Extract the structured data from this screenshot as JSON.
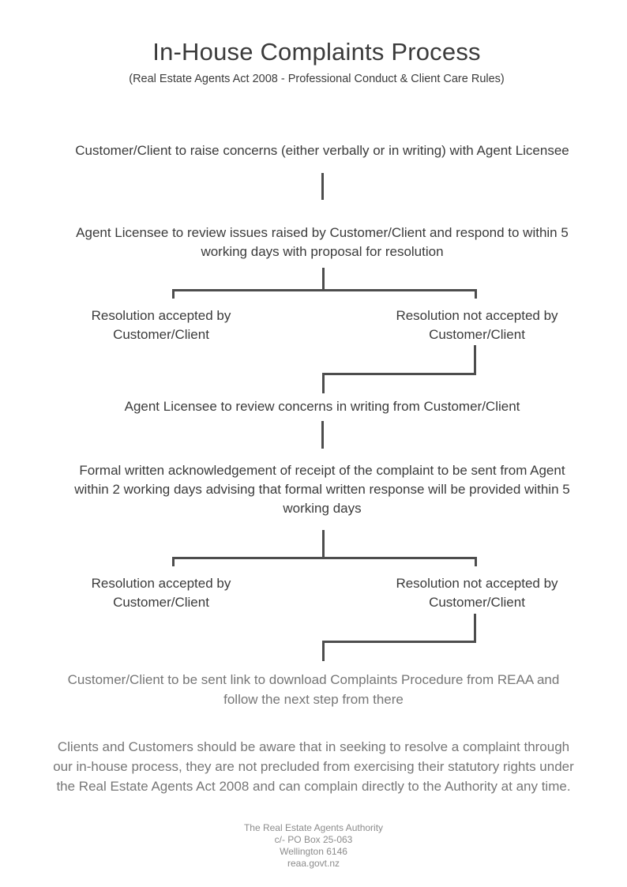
{
  "colors": {
    "text_dark": "#3b3b3b",
    "text_muted": "#767676",
    "text_footer": "#8c8c8c",
    "connector_line": "#4d4d4d",
    "background": "#ffffff"
  },
  "header": {
    "title": "In-House Complaints Process",
    "subtitle": "(Real Estate Agents Act 2008 - Professional Conduct & Client Care Rules)"
  },
  "flow": {
    "step_raise": "Customer/Client to raise concerns (either verbally or in writing) with Agent Licensee",
    "step_review_lines": [
      "Agent Licensee to review issues raised by Customer/Client and respond to within 5",
      "working days with proposal for resolution"
    ],
    "branch_accepted_lines": [
      "Resolution accepted by",
      "Customer/Client"
    ],
    "branch_not_accepted_lines": [
      "Resolution not accepted by",
      "Customer/Client"
    ],
    "step_written_review": "Agent Licensee to review concerns in writing from Customer/Client",
    "step_acknowledgement_lines": [
      "Formal written acknowledgement of receipt of the complaint to be sent from Agent",
      "within 2 working days advising that formal written response will be provided within 5",
      "working days"
    ],
    "step_download_lines": [
      "Customer/Client to be sent link to download Complaints Procedure from REAA and",
      "follow the next step from there"
    ]
  },
  "disclaimer_lines": [
    "Clients and Customers should be aware that in seeking to resolve a complaint through",
    "our in-house process, they are not precluded from exercising their statutory rights under",
    "the Real Estate Agents Act 2008 and can complain directly to the Authority at any time."
  ],
  "footer": {
    "lines": [
      "The Real Estate Agents Authority",
      "c/- PO Box 25-063",
      "Wellington 6146",
      "reaa.govt.nz"
    ]
  }
}
